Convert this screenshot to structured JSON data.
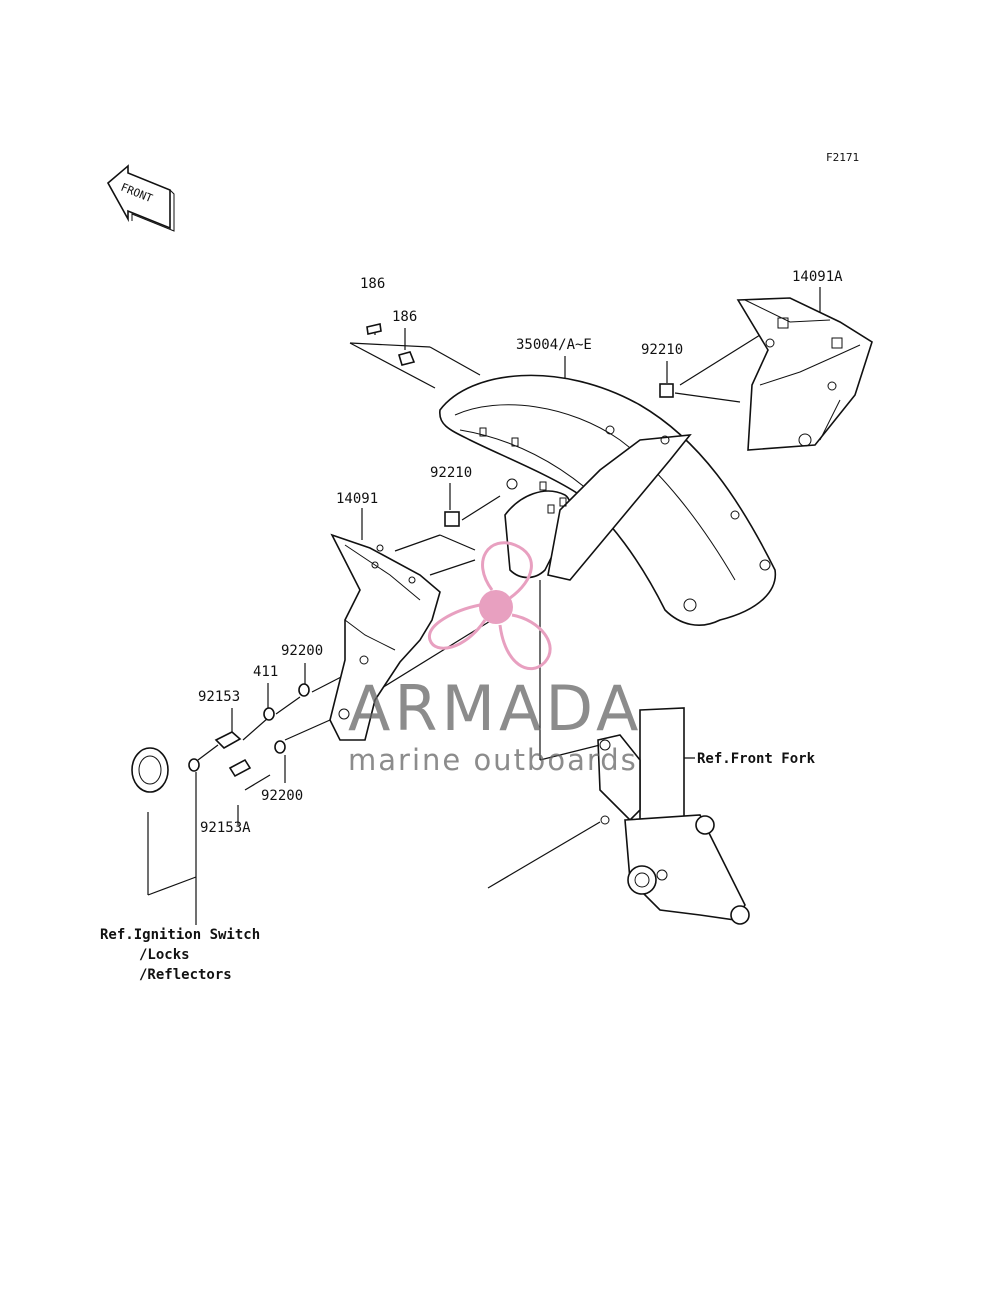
{
  "figure_code": "F2171",
  "front_indicator": "FRONT",
  "parts": {
    "p186_a": "186",
    "p186_b": "186",
    "p35004": "35004/A~E",
    "p92210_a": "92210",
    "p14091A": "14091A",
    "p92210_b": "92210",
    "p14091": "14091",
    "p92200_a": "92200",
    "p411": "411",
    "p92153": "92153",
    "p92200_b": "92200",
    "p92153A": "92153A"
  },
  "references": {
    "front_fork": "Ref.Front Fork",
    "ignition_line1": "Ref.Ignition Switch",
    "ignition_line2": "/Locks",
    "ignition_line3": "/Reflectors"
  },
  "watermark": {
    "title": "ARMADA",
    "subtitle": "marine outboards",
    "logo": "propeller-logo",
    "color_logo": "#e8a0c0",
    "color_text": "#666666"
  }
}
